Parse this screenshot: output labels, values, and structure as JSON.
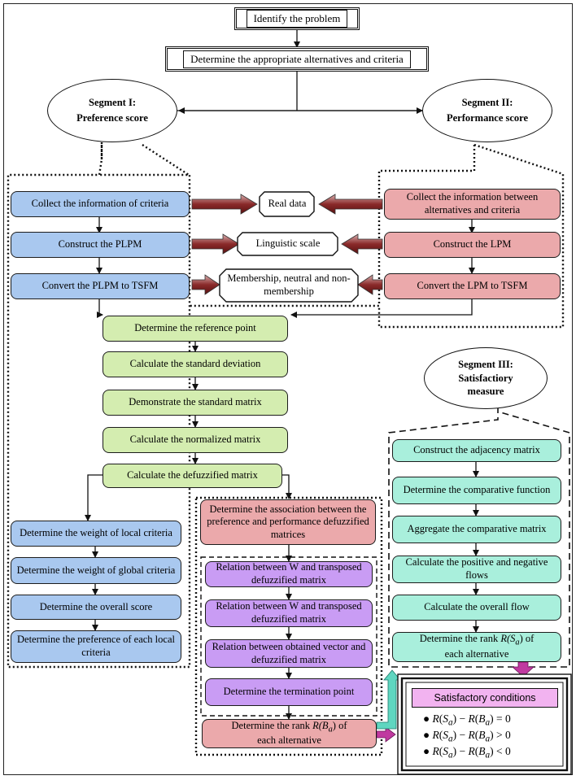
{
  "top": {
    "identify": "Identify the problem",
    "determine_alt": "Determine the appropriate alternatives and criteria"
  },
  "segments": {
    "seg1_title": "Segment I:",
    "seg1_sub": "Preference score",
    "seg2_title": "Segment II:",
    "seg2_sub": "Performance score",
    "seg3_title": "Segment III:",
    "seg3_sub1": "Satisfactiory",
    "seg3_sub2": "measure"
  },
  "left_col": [
    "Collect the information of criteria",
    "Construct the PLPM",
    "Convert the PLPM to TSFM"
  ],
  "middle_labels": [
    "Real data",
    "Linguistic scale",
    "Membership, neutral and non-membership"
  ],
  "right_col": [
    "Collect the information between alternatives and criteria",
    "Construct the LPM",
    "Convert the LPM to TSFM"
  ],
  "green_col": [
    "Determine the reference point",
    "Calculate the standard deviation",
    "Demonstrate the standard matrix",
    "Calculate the normalized matrix",
    "Calculate the defuzzified matrix"
  ],
  "blue_lower": [
    "Determine the weight of local criteria",
    "Determine the weight of global criteria",
    "Determine the overall score",
    "Determine the preference of each local criteria"
  ],
  "association": "Determine the association between the preference and performance defuzzified matrices",
  "purple_col": [
    "Relation between W and transposed defuzzified matrix",
    "Relation between W and transposed defuzzified matrix",
    "Relation between obtained vector and defuzzified matrix",
    "Determine the termination point"
  ],
  "rank_b": {
    "prefix": "Determine the rank",
    "symbol": "R(B",
    "sub": "a",
    "close": ")",
    "suffix": "of",
    "line2": "each alternative"
  },
  "teal_col": [
    "Construct the adjacency matrix",
    "Determine the comparative function",
    "Aggregate the comparative matrix",
    "Calculate the positive and negative flows",
    "Calculate the overall flow"
  ],
  "rank_s": {
    "prefix": "Determine the rank",
    "symbol": "R(S",
    "sub": "a",
    "close": ")",
    "suffix": "of",
    "line2": "each alternative"
  },
  "conditions": {
    "title": "Satisfactory conditions",
    "items": [
      {
        "rel": "= 0"
      },
      {
        "rel": "> 0"
      },
      {
        "rel": "< 0"
      }
    ]
  },
  "colors": {
    "blue": "#a9c8ef",
    "pink": "#eba9ab",
    "green": "#d4edb0",
    "purple": "#c99cf4",
    "teal": "#a9efdc",
    "magenta": "#c03aa0",
    "teal_arrow": "#5fd6c0"
  }
}
